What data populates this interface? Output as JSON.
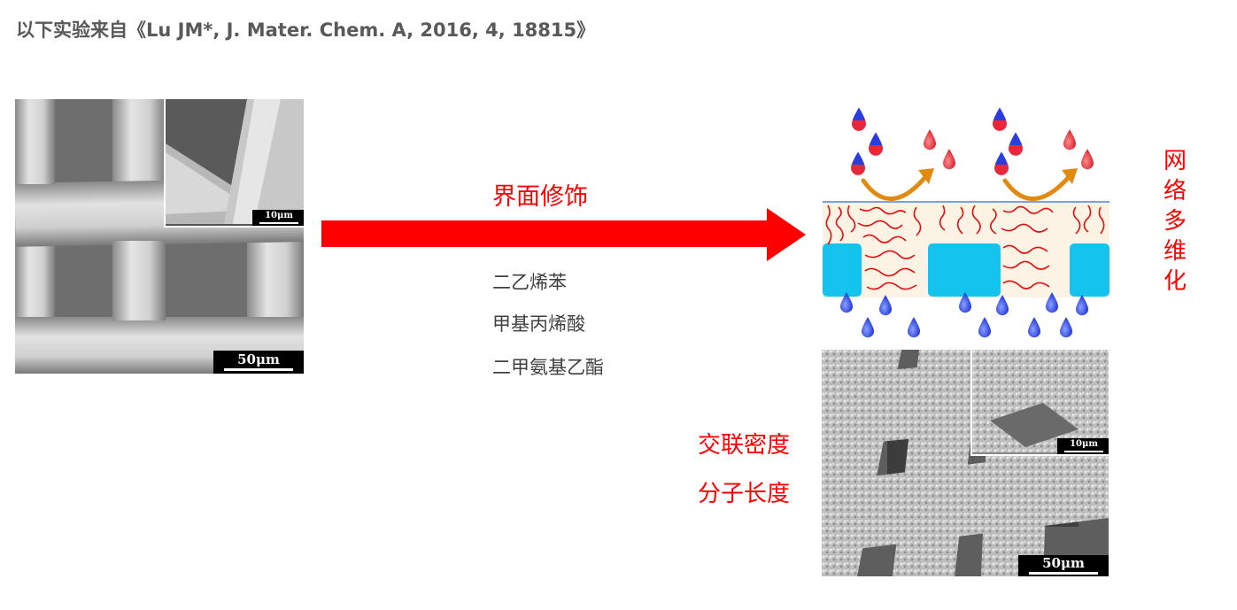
{
  "citation": "以下实验来自《Lu JM*, J. Mater. Chem. A, 2016, 4, 18815》",
  "before_image": {
    "main_scale": "50μm",
    "inset_scale": "10μm"
  },
  "arrow": {
    "label": "界面修饰",
    "color": "#ff0000"
  },
  "reagents": [
    "二乙烯苯",
    "甲基丙烯酸",
    "二甲氨基乙酯"
  ],
  "diagram": {
    "side_label_chars": [
      "网",
      "络",
      "多",
      "维",
      "化"
    ],
    "colors": {
      "coating": "#fdf3e4",
      "block": "#14c4ee",
      "chain": "#e01010",
      "drop_blue": "#2a3ee0",
      "drop_red": "#e8283a",
      "curved_arrow": "#e08a10"
    }
  },
  "after_image": {
    "main_scale": "50μm",
    "inset_scale": "10μm"
  },
  "factors": [
    "交联密度",
    "分子长度"
  ]
}
